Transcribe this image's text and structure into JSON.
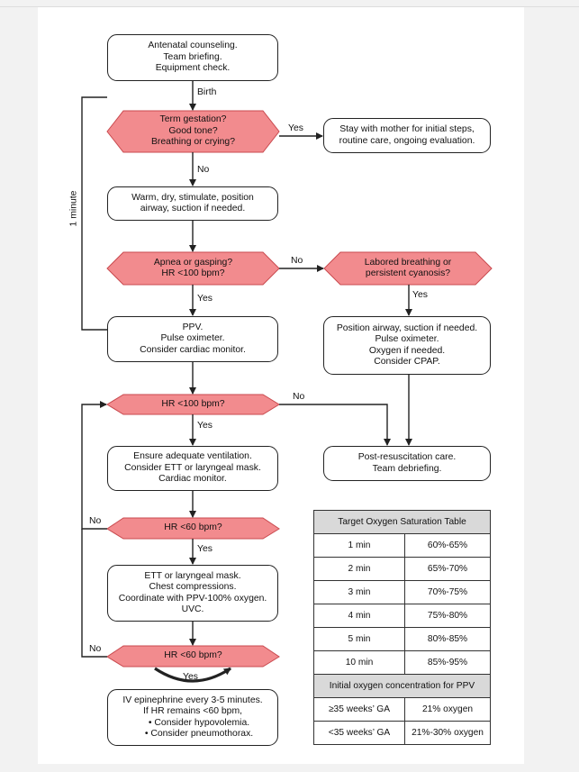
{
  "colors": {
    "decision_fill": "#f28b8e",
    "decision_stroke": "#c94a4f",
    "line": "#222222",
    "table_header": "#d9d9d9"
  },
  "boxes": {
    "counseling": [
      "Antenatal counseling.",
      "Team briefing.",
      "Equipment check."
    ],
    "stay_mother": [
      "Stay with mother for initial steps,",
      "routine care, ongoing evaluation."
    ],
    "warm": [
      "Warm, dry, stimulate, position",
      "airway, suction if needed."
    ],
    "ppv": [
      "PPV.",
      "Pulse oximeter.",
      "Consider cardiac monitor."
    ],
    "position_airway": [
      "Position airway, suction if needed.",
      "Pulse oximeter.",
      "Oxygen if needed.",
      "Consider CPAP."
    ],
    "ensure_ventilation": [
      "Ensure adequate ventilation.",
      "Consider ETT or laryngeal mask.",
      "Cardiac monitor."
    ],
    "post_resus": [
      "Post-resuscitation care.",
      "Team debriefing."
    ],
    "ett": [
      "ETT or laryngeal mask.",
      "Chest compressions.",
      "Coordinate with PPV-100% oxygen.",
      "UVC."
    ],
    "epinephrine": {
      "lines": [
        "IV epinephrine every 3-5 minutes.",
        "If HR remains <60 bpm,"
      ],
      "bullets": [
        "• Consider hypovolemia.",
        "• Consider pneumothorax."
      ]
    }
  },
  "decisions": {
    "term": [
      "Term gestation?",
      "Good tone?",
      "Breathing or crying?"
    ],
    "apnea": [
      "Apnea or gasping?",
      "HR <100 bpm?"
    ],
    "labored": [
      "Labored breathing or",
      "persistent cyanosis?"
    ],
    "hr100": [
      "HR <100 bpm?"
    ],
    "hr60a": [
      "HR <60 bpm?"
    ],
    "hr60b": [
      "HR <60 bpm?"
    ]
  },
  "labels": {
    "birth": "Birth",
    "yes": "Yes",
    "no": "No",
    "one_minute": "1 minute"
  },
  "table": {
    "title": "Target Oxygen Saturation Table",
    "rows": [
      [
        "1 min",
        "60%-65%"
      ],
      [
        "2 min",
        "65%-70%"
      ],
      [
        "3 min",
        "70%-75%"
      ],
      [
        "4 min",
        "75%-80%"
      ],
      [
        "5 min",
        "80%-85%"
      ],
      [
        "10 min",
        "85%-95%"
      ]
    ],
    "section_title": "Initial oxygen concentration for PPV",
    "rows2": [
      [
        "≥35 weeks’ GA",
        "21% oxygen"
      ],
      [
        "<35 weeks’ GA",
        "21%-30% oxygen"
      ]
    ]
  }
}
